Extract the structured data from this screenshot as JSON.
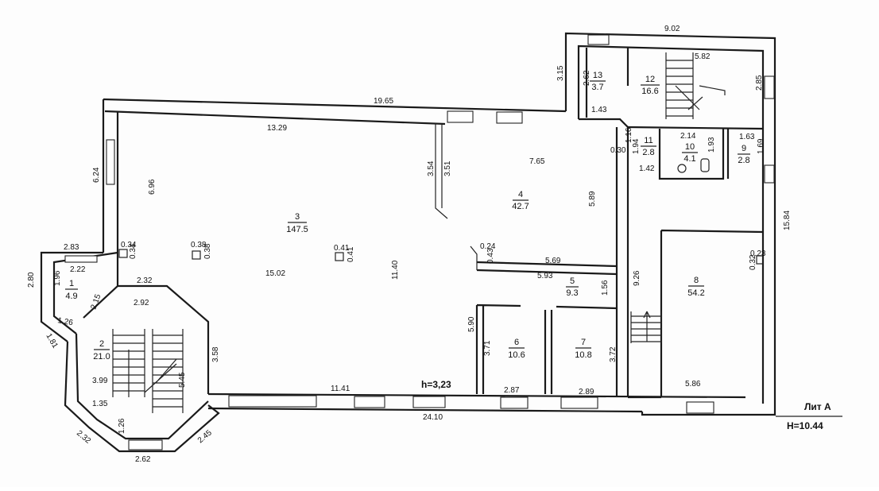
{
  "plan": {
    "height_label": "h=3,23",
    "lit_label": "Лит А",
    "building_height": "H=10.44"
  },
  "rooms": [
    {
      "no": "1",
      "area": "4.9"
    },
    {
      "no": "2",
      "area": "21.0"
    },
    {
      "no": "3",
      "area": "147.5"
    },
    {
      "no": "4",
      "area": "42.7"
    },
    {
      "no": "5",
      "area": "9.3"
    },
    {
      "no": "6",
      "area": "10.6"
    },
    {
      "no": "7",
      "area": "10.8"
    },
    {
      "no": "8",
      "area": "54.2"
    },
    {
      "no": "9",
      "area": "2.8"
    },
    {
      "no": "10",
      "area": "4.1"
    },
    {
      "no": "11",
      "area": "2.8"
    },
    {
      "no": "12",
      "area": "16.6"
    },
    {
      "no": "13",
      "area": "3.7"
    }
  ],
  "dims": {
    "top_main": "19.65",
    "room3_top": "13.29",
    "room3_left": "6.96",
    "outer_left": "6.24",
    "d354": "3.54",
    "d351": "3.51",
    "d765": "7.65",
    "d589": "5.89",
    "d902": "9.02",
    "d582": "5.82",
    "d285": "2.85",
    "d315": "3.15",
    "d262": "2.62",
    "d143": "1.43",
    "d116": "1.16",
    "d030": "0.30",
    "d194": "1.94",
    "d142": "1.42",
    "d214": "2.14",
    "d193": "1.93",
    "d163": "1.63",
    "d169": "1.69",
    "d1584": "15.84",
    "d283": "2.83",
    "d222": "2.22",
    "d280": "2.80",
    "d196": "1.96",
    "d215": "2.15",
    "d126a": "1.26",
    "d181": "1.81",
    "d034a": "0.34",
    "d034b": "0.34",
    "d038a": "0.38",
    "d038b": "0.38",
    "d041a": "0.41",
    "d041b": "0.41",
    "d232": "2.32",
    "d292": "2.92",
    "d1502": "15.02",
    "d1140": "11.40",
    "d024": "0.24",
    "d043": "0.43",
    "d569": "5.69",
    "d593": "5.93",
    "d156": "1.56",
    "d926": "9.26",
    "d023": "0.23",
    "d032": "0.32",
    "d590": "5.90",
    "d371": "3.71",
    "d372": "3.72",
    "d358": "3.58",
    "d399": "3.99",
    "d545": "5.45",
    "d135": "1.35",
    "d126b": "1.26",
    "d232b": "2.32",
    "d262b": "2.62",
    "d245": "2.45",
    "d1141": "11.41",
    "d287": "2.87",
    "d289": "2.89",
    "d2410": "24.10",
    "d586": "5.86"
  }
}
